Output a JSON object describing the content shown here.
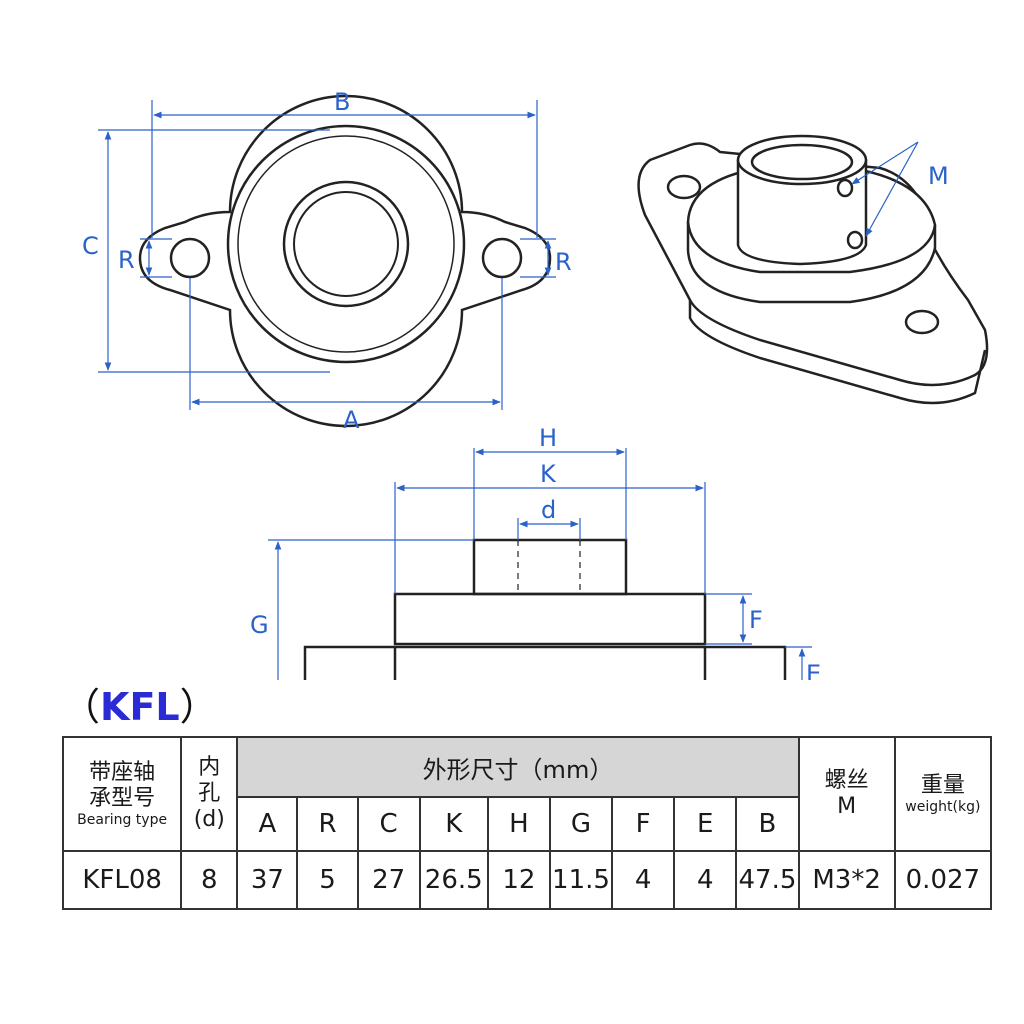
{
  "drawing": {
    "labels": {
      "B": "B",
      "C": "C",
      "R_left": "R",
      "R_right": "R",
      "A": "A",
      "M": "M",
      "H": "H",
      "K": "K",
      "d": "d",
      "G": "G",
      "F": "F",
      "E": "E"
    }
  },
  "colors": {
    "dimension": "#2a62c9",
    "title_model": "#2b2bd6",
    "header_bg": "#d6d6d6"
  },
  "title": {
    "open": "（",
    "model": "KFL",
    "close": "）"
  },
  "table": {
    "col_type_cn_1": "带座轴",
    "col_type_cn_2": "承型号",
    "col_type_en": "Bearing type",
    "col_bore_cn_1": "内",
    "col_bore_cn_2": "孔",
    "col_bore_en": "(d)",
    "col_dims": "外形尺寸（mm）",
    "col_screw_cn": "螺丝",
    "col_screw_en": "M",
    "col_weight_cn": "重量",
    "col_weight_en": "weight(kg)",
    "dim_headers": [
      "A",
      "R",
      "C",
      "K",
      "H",
      "G",
      "F",
      "E",
      "B"
    ],
    "rows": [
      {
        "type": "KFL08",
        "bore": "8",
        "dims": [
          "37",
          "5",
          "27",
          "26.5",
          "12",
          "11.5",
          "4",
          "4",
          "47.5"
        ],
        "screw": "M3*2",
        "weight": "0.027"
      }
    ]
  }
}
